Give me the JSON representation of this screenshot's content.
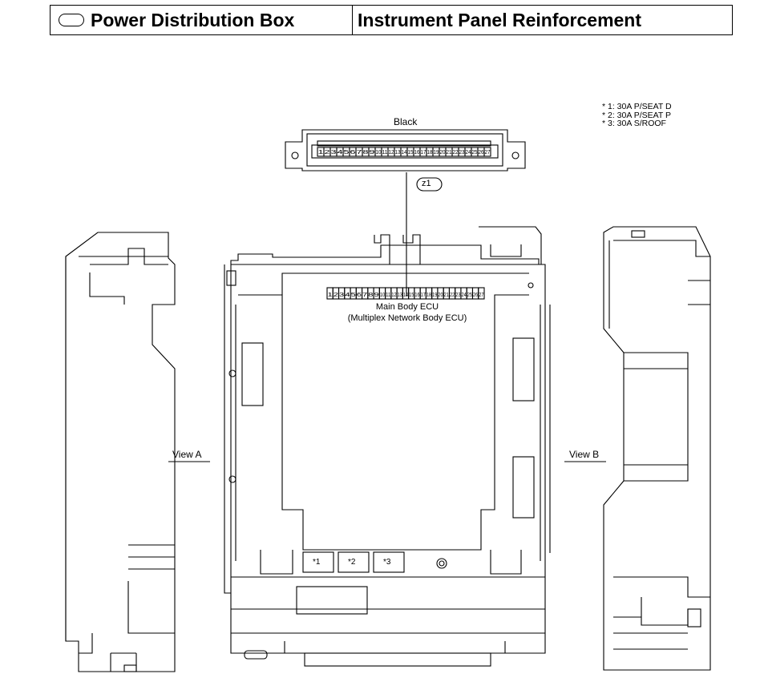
{
  "header": {
    "left_title": "Power Distribution Box",
    "right_title": "Instrument Panel Reinforcement"
  },
  "notes": [
    "* 1: 30A P/SEAT D",
    "* 2: 30A P/SEAT P",
    "* 3: 30A S/ROOF"
  ],
  "connector": {
    "color_label": "Black",
    "id": "z1",
    "pins": [
      "1",
      "2",
      "3",
      "4",
      "5",
      "6",
      "7",
      "8",
      "9",
      "10",
      "11",
      "12",
      "13",
      "14",
      "15",
      "16",
      "17",
      "18",
      "19",
      "20",
      "21",
      "22",
      "23",
      "24",
      "25",
      "26",
      "27"
    ]
  },
  "ecu": {
    "line1": "Main Body ECU",
    "line2": "(Multiplex Network Body ECU)"
  },
  "views": {
    "left": "View A",
    "right": "View B"
  },
  "fuses": [
    "*1",
    "*2",
    "*3"
  ]
}
